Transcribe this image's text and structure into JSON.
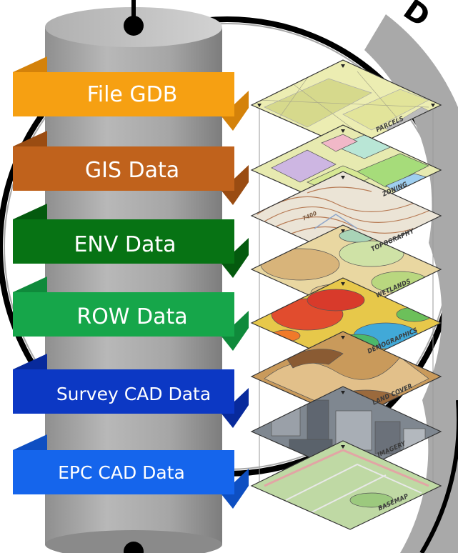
{
  "categories": [
    {
      "label": "File GDB",
      "color": "#f6a012",
      "shade": "#d4820a"
    },
    {
      "label": "GIS Data",
      "color": "#c0621c",
      "shade": "#9a4c12"
    },
    {
      "label": "ENV Data",
      "color": "#077314",
      "shade": "#045a0e"
    },
    {
      "label": "ROW Data",
      "color": "#16a64a",
      "shade": "#0f8a3b"
    },
    {
      "label": "Survey CAD Data",
      "color": "#0c38c4",
      "shade": "#082a9c"
    },
    {
      "label": "EPC CAD Data",
      "color": "#1565ec",
      "shade": "#0e4fc2"
    }
  ],
  "map_layers": [
    "PARCELS",
    "ZONING",
    "TOPOGRAPHY",
    "WETLANDS",
    "DEMOGRAPHICS",
    "LAND COVER",
    "IMAGERY",
    "BASEMAP"
  ],
  "topo_label": "7400",
  "circle_text": "D"
}
